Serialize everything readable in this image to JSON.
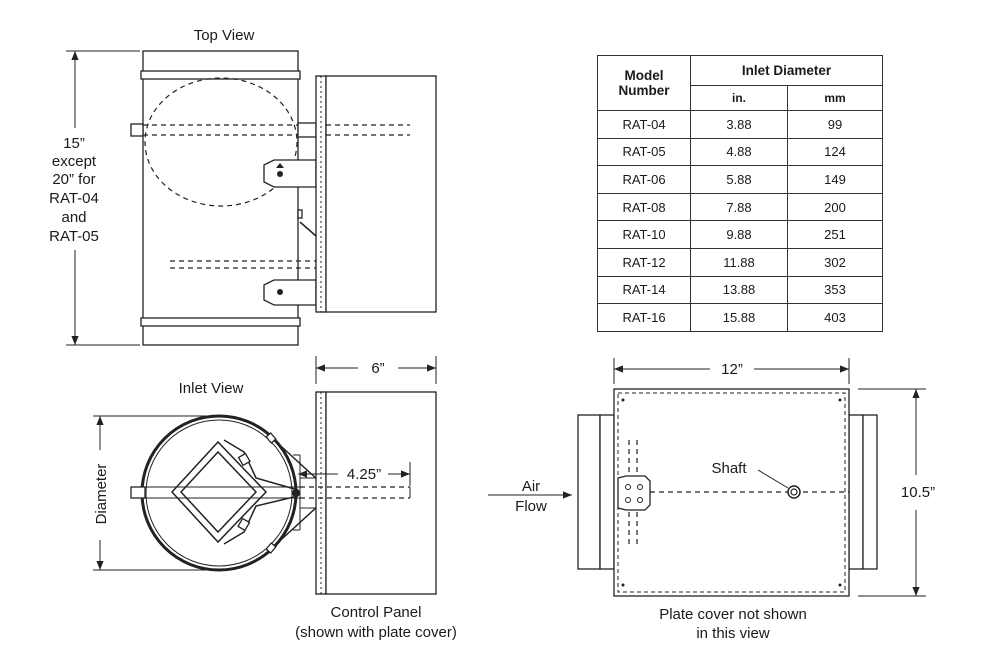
{
  "top_view": {
    "title": "Top View",
    "height_dim": [
      "15”",
      "except",
      "20” for",
      "RAT-04",
      "and",
      "RAT-05"
    ]
  },
  "inlet_view": {
    "title": "Inlet View",
    "diameter_label": "Diameter",
    "offset_dim": "4.25”",
    "width_dim": "6”",
    "caption": [
      "Control Panel",
      "(shown with plate cover)"
    ]
  },
  "side_view": {
    "width_dim": "12”",
    "height_dim": "10.5”",
    "shaft_label": "Shaft",
    "air_flow_label": [
      "Air",
      "Flow"
    ],
    "caption": [
      "Plate cover not shown",
      "in this view"
    ]
  },
  "table": {
    "headers": {
      "model": "Model Number",
      "inlet": "Inlet Diameter",
      "in": "in.",
      "mm": "mm"
    },
    "rows": [
      {
        "model": "RAT-04",
        "in": "3.88",
        "mm": "99"
      },
      {
        "model": "RAT-05",
        "in": "4.88",
        "mm": "124"
      },
      {
        "model": "RAT-06",
        "in": "5.88",
        "mm": "149"
      },
      {
        "model": "RAT-08",
        "in": "7.88",
        "mm": "200"
      },
      {
        "model": "RAT-10",
        "in": "9.88",
        "mm": "251"
      },
      {
        "model": "RAT-12",
        "in": "11.88",
        "mm": "302"
      },
      {
        "model": "RAT-14",
        "in": "13.88",
        "mm": "353"
      },
      {
        "model": "RAT-16",
        "in": "15.88",
        "mm": "403"
      }
    ]
  }
}
